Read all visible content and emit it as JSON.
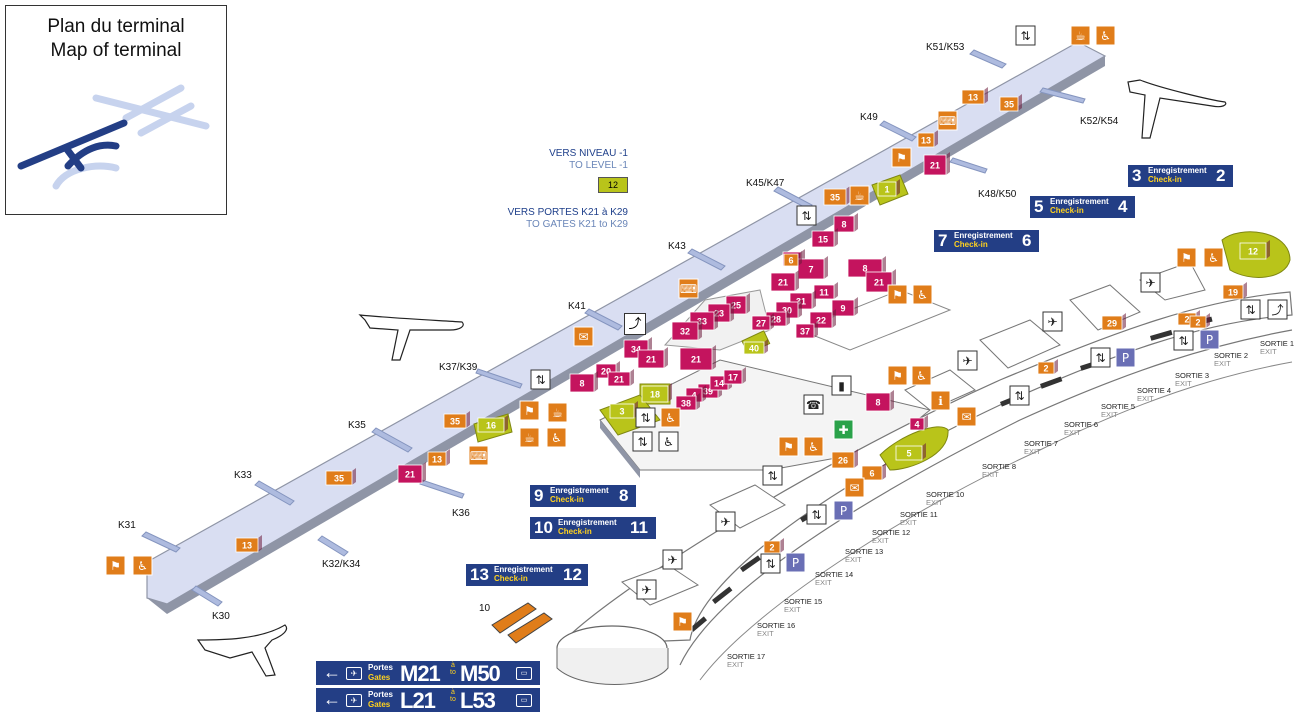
{
  "legend": {
    "title_fr": "Plan du terminal",
    "title_en": "Map of terminal"
  },
  "gates": [
    "K51/K53",
    "K52/K54",
    "K49",
    "K48/K50",
    "K45/K47",
    "K43",
    "K41",
    "K37/K39",
    "K35",
    "K36",
    "K33",
    "K31",
    "K32/K34",
    "K30"
  ],
  "level_sign": {
    "line1": "VERS NIVEAU -1",
    "line2": "TO LEVEL -1",
    "badge": "12",
    "line3": "VERS PORTES K21 à K29",
    "line4": "TO GATES K21 to K29"
  },
  "checkin_label_fr": "Enregistrement",
  "checkin_label_en": "Check-in",
  "checkin_zones": [
    {
      "left": "3",
      "right": "2"
    },
    {
      "left": "5",
      "right": "4"
    },
    {
      "left": "7",
      "right": "6"
    },
    {
      "left": "9",
      "right": "8"
    },
    {
      "left": "10",
      "right": "11"
    },
    {
      "left": "13",
      "right": "12"
    }
  ],
  "exits": [
    {
      "fr": "SORTIE 1",
      "en": "EXIT"
    },
    {
      "fr": "SORTIE 2",
      "en": "EXIT"
    },
    {
      "fr": "SORTIE 3",
      "en": "EXIT"
    },
    {
      "fr": "SORTIE 4",
      "en": "EXIT"
    },
    {
      "fr": "SORTIE 5",
      "en": "EXIT"
    },
    {
      "fr": "SORTIE 6",
      "en": "EXIT"
    },
    {
      "fr": "SORTIE 7",
      "en": "EXIT"
    },
    {
      "fr": "SORTIE 8",
      "en": "EXIT"
    },
    {
      "fr": "SORTIE 10",
      "en": "EXIT"
    },
    {
      "fr": "SORTIE 11",
      "en": "EXIT"
    },
    {
      "fr": "SORTIE 12",
      "en": "EXIT"
    },
    {
      "fr": "SORTIE 13",
      "en": "EXIT"
    },
    {
      "fr": "SORTIE 14",
      "en": "EXIT"
    },
    {
      "fr": "SORTIE 15",
      "en": "EXIT"
    },
    {
      "fr": "SORTIE 16",
      "en": "EXIT"
    },
    {
      "fr": "SORTIE 17",
      "en": "EXIT"
    }
  ],
  "magenta_shops": [
    "21",
    "8",
    "15",
    "6",
    "7",
    "21",
    "8",
    "21",
    "11",
    "31",
    "30",
    "28",
    "27",
    "9",
    "22",
    "37",
    "25",
    "23",
    "33",
    "32",
    "21",
    "34",
    "21",
    "20",
    "21",
    "8",
    "39",
    "4",
    "14",
    "17",
    "38",
    "21",
    "8",
    "4"
  ],
  "orange_services": [
    "35",
    "13",
    "13",
    "35",
    "35",
    "13",
    "35",
    "13",
    "6",
    "2",
    "19",
    "2",
    "29",
    "2",
    "26",
    "6",
    "2",
    "8"
  ],
  "green_zones": [
    "1",
    "40",
    "18",
    "3",
    "16",
    "12",
    "5"
  ],
  "bus_label": "10",
  "banners": [
    {
      "fr": "Portes",
      "en": "Gates",
      "from": "M21",
      "to": "M50",
      "to_fr": "à",
      "to_en": "to"
    },
    {
      "fr": "Portes",
      "en": "Gates",
      "from": "L21",
      "to": "L53",
      "to_fr": "à",
      "to_en": "to"
    }
  ],
  "colors": {
    "pier": "#d9def2",
    "pier_edge": "#8f95a6",
    "magenta": "#c4145e",
    "orange": "#e07d1a",
    "green": "#b9c41a",
    "navy": "#233e85",
    "parking": "#6a6fb5",
    "firstaid": "#2aa24a"
  }
}
